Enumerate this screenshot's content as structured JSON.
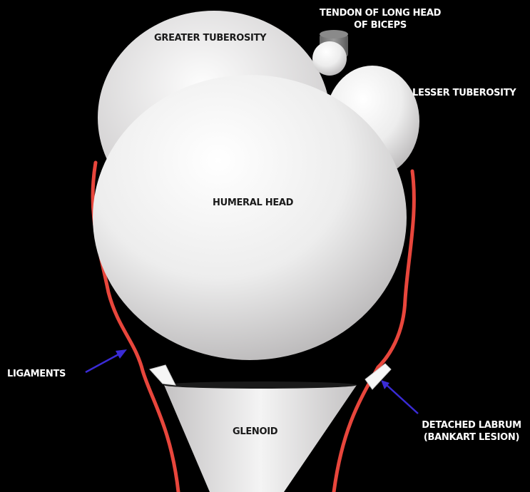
{
  "colors": {
    "background": "#000000",
    "bone": "#f2f1f1",
    "ligament": "#e8463c",
    "arrow": "#3a2bd6",
    "label_on_dark": "#ffffff",
    "label_on_bone": "#1a1a1a"
  },
  "labels": {
    "tendon": [
      "TENDON OF LONG HEAD",
      "OF BICEPS"
    ],
    "greater_tuberosity": "GREATER TUBEROSITY",
    "lesser_tuberosity": "LESSER TUBEROSITY",
    "humeral_head": "HUMERAL HEAD",
    "ligaments": "LIGAMENTS",
    "glenoid": "GLENOID",
    "detached_labrum": [
      "DETACHED LABRUM",
      "(BANKART LESION)"
    ]
  }
}
